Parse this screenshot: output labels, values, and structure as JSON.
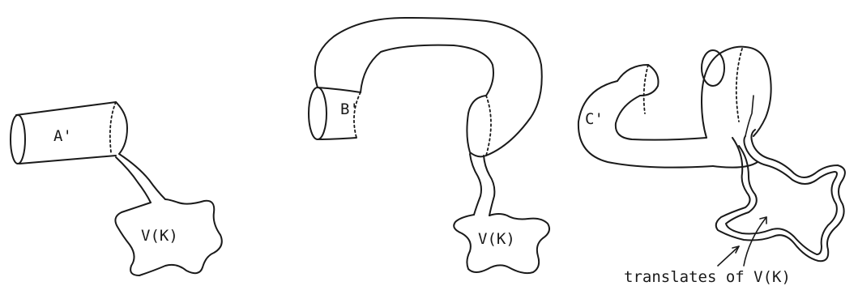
{
  "figures": [
    {
      "id": "A",
      "tube_label": "A'",
      "blob_label": "V(K)"
    },
    {
      "id": "B",
      "tube_label": "B'",
      "blob_label": "V(K)"
    },
    {
      "id": "C",
      "tube_label": "C'"
    }
  ],
  "annotation": "translates of V(K)",
  "colors": {
    "ink": "#1a1a1a",
    "paper": "#ffffff"
  }
}
